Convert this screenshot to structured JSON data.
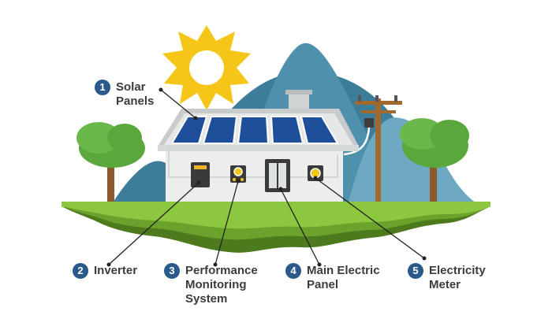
{
  "labels": [
    {
      "number": "1",
      "text": "Solar\nPanels"
    },
    {
      "number": "2",
      "text": "Inverter"
    },
    {
      "number": "3",
      "text": "Performance\nMonitoring\nSystem"
    },
    {
      "number": "4",
      "text": "Main Electric\nPanel"
    },
    {
      "number": "5",
      "text": "Electricity\nMeter"
    }
  ],
  "colors": {
    "badge": "#2b5a8a",
    "text": "#3c3c3c",
    "panel": "#1f4f9b",
    "house": "#eceeee",
    "grass": "#8dc63f",
    "mountain": "#3e7d9a",
    "sun": "#f5c518",
    "tree": "#5aa83c"
  }
}
